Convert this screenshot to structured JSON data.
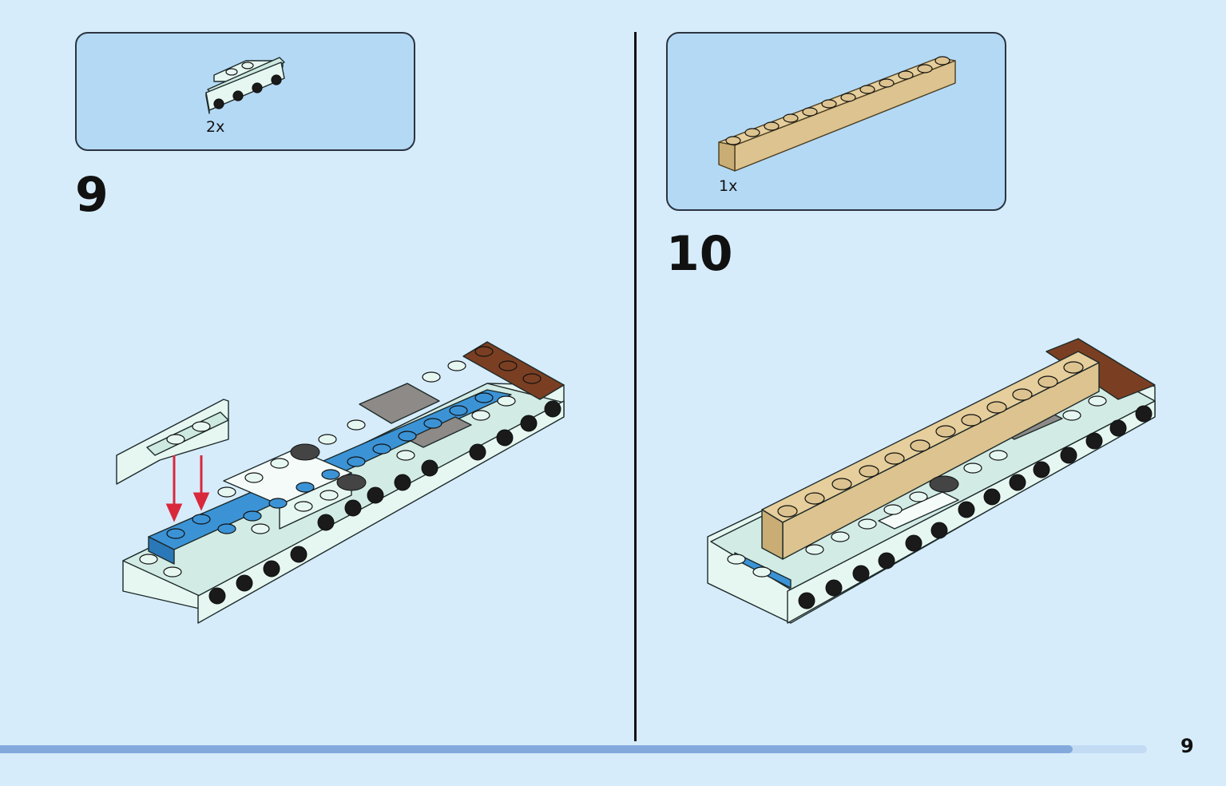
{
  "page": {
    "number": "9"
  },
  "progress": {
    "fraction": 0.935
  },
  "steps": [
    {
      "number": "9",
      "parts": [
        {
          "quantity": "2x",
          "part_icon": "white-bracket-plate-1x2-2x4-icon"
        }
      ],
      "model_icon": "step-9-assembly-icon",
      "arrows_icon": "red-placement-arrows-icon"
    },
    {
      "number": "10",
      "parts": [
        {
          "quantity": "1x",
          "part_icon": "tan-brick-1x12-icon"
        }
      ],
      "model_icon": "step-10-assembly-icon"
    }
  ],
  "colors": {
    "background": "#d6ecfb",
    "callout": "#b4d9f5",
    "white_part": "#e6f7f1",
    "blue_plate": "#3b93d6",
    "tan_brick": "#dcc38f",
    "brown_tile": "#7a3f22",
    "dark_stone": "#8d8a88",
    "arrow_red": "#d8283a",
    "progress_fill": "#84a9dc"
  }
}
